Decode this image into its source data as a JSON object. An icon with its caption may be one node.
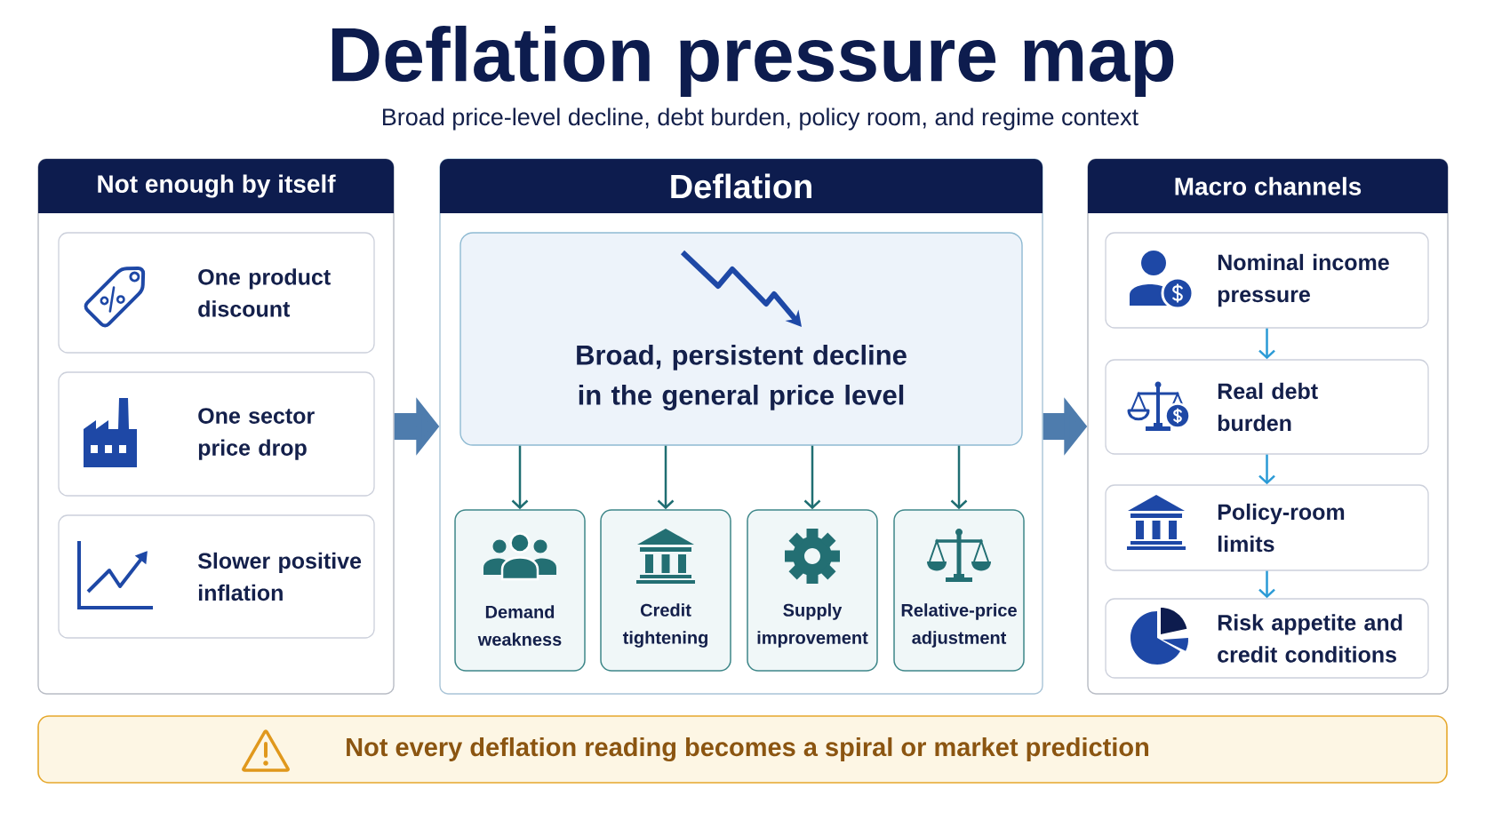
{
  "diagram": {
    "title": "Deflation pressure map",
    "nodes": [
      {
        "text": [
          "Not enough by itself"
        ]
      },
      {
        "text": [
          "One product discount"
        ],
        "in": 0
      },
      {
        "text": [
          "One sector price drop"
        ],
        "in": 0
      },
      {
        "text": [
          "Slower positive inflation"
        ],
        "in": 0
      },
      {
        "text": [
          "Deflation"
        ]
      },
      {
        "text": [
          "Broad, persistent decline in the general price level"
        ],
        "in": 4
      },
      {
        "text": [
          "Demand weakness"
        ],
        "in": 4
      },
      {
        "text": [
          "Credit tightening"
        ],
        "in": 4
      },
      {
        "text": [
          "Supply improvement"
        ],
        "in": 4
      },
      {
        "text": [
          "Relative-price adjustment"
        ],
        "in": 4
      },
      {
        "text": [
          "Macro channels"
        ]
      },
      {
        "text": [
          "Nominal income pressure"
        ],
        "in": 10
      },
      {
        "text": [
          "Real debt burden"
        ],
        "in": 10
      },
      {
        "text": [
          "Policy-room limits"
        ],
        "in": 10
      },
      {
        "text": [
          "Risk appetite and credit conditions"
        ],
        "in": 10
      },
      {
        "text": [
          "Not every deflation reading becomes a spiral or market prediction"
        ]
      }
    ],
    "edges": [
      {
        "from": 0,
        "to": 4,
        "arrow": "to",
        "style": "thick",
        "color": "#4e7cad"
      },
      {
        "from": 4,
        "to": 10,
        "arrow": "to",
        "style": "thick",
        "color": "#4e7cad"
      },
      {
        "from": 5,
        "to": 6,
        "arrow": "to"
      },
      {
        "from": 5,
        "to": 7,
        "arrow": "to"
      },
      {
        "from": 5,
        "to": 8,
        "arrow": "to"
      },
      {
        "from": 5,
        "to": 9,
        "arrow": "to"
      },
      {
        "from": 11,
        "to": 12,
        "arrow": "to",
        "color": "#2a9ad6"
      },
      {
        "from": 12,
        "to": 13,
        "arrow": "to",
        "color": "#2a9ad6"
      },
      {
        "from": 13,
        "to": 14,
        "arrow": "to",
        "color": "#2a9ad6"
      }
    ],
    "labels": [
      "Broad price-level decline, debt burden, policy room, and regime context"
    ]
  }
}
